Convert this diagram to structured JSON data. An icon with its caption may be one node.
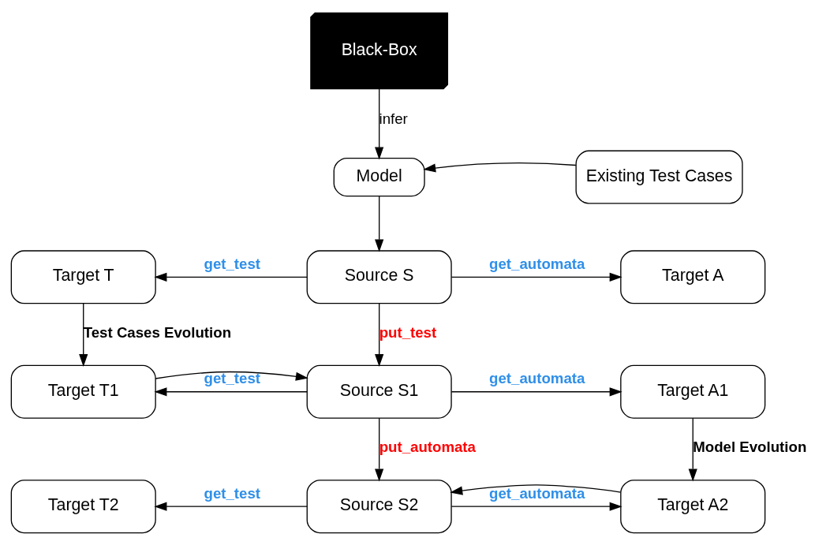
{
  "diagram": {
    "nodes": [
      {
        "text": [
          "Black-Box"
        ]
      },
      {
        "text": [
          "Model"
        ]
      },
      {
        "text": [
          "Existing Test Cases"
        ]
      },
      {
        "text": [
          "Target T"
        ]
      },
      {
        "text": [
          "Source S"
        ]
      },
      {
        "text": [
          "Target A"
        ]
      },
      {
        "text": [
          "Target T1"
        ]
      },
      {
        "text": [
          "Source S1"
        ]
      },
      {
        "text": [
          "Target A1"
        ]
      },
      {
        "text": [
          "Target T2"
        ]
      },
      {
        "text": [
          "Source S2"
        ]
      },
      {
        "text": [
          "Target A2"
        ]
      }
    ],
    "edges": [
      {
        "from": 0,
        "to": 1,
        "arrow": "to",
        "label": "infer"
      },
      {
        "from": 2,
        "to": 1,
        "arrow": "to"
      },
      {
        "from": 1,
        "to": 4,
        "arrow": "to"
      },
      {
        "from": 4,
        "to": 3,
        "arrow": "to",
        "label": "get_test"
      },
      {
        "from": 4,
        "to": 5,
        "arrow": "to",
        "label": "get_automata"
      },
      {
        "from": 3,
        "to": 6,
        "arrow": "to",
        "label": "Test Cases Evolution"
      },
      {
        "from": 4,
        "to": 7,
        "arrow": "to",
        "label": "put_test"
      },
      {
        "from": 6,
        "to": 7,
        "arrow": "to"
      },
      {
        "from": 7,
        "to": 6,
        "arrow": "to",
        "label": "get_test"
      },
      {
        "from": 7,
        "to": 8,
        "arrow": "to",
        "label": "get_automata"
      },
      {
        "from": 8,
        "to": 11,
        "arrow": "to",
        "label": "Model Evolution"
      },
      {
        "from": 7,
        "to": 10,
        "arrow": "to",
        "label": "put_automata"
      },
      {
        "from": 11,
        "to": 10,
        "arrow": "to"
      },
      {
        "from": 10,
        "to": 9,
        "arrow": "to",
        "label": "get_test"
      },
      {
        "from": 10,
        "to": 11,
        "arrow": "to",
        "label": "get_automata"
      }
    ]
  }
}
